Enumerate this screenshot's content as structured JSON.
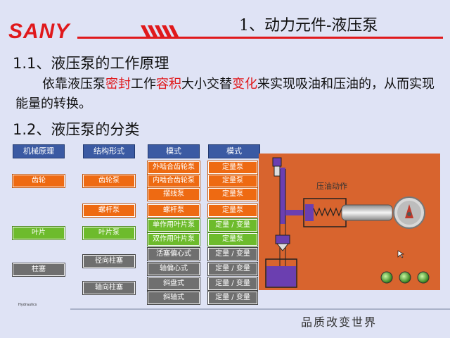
{
  "header": {
    "logo": "SANY",
    "title": "1、动力元件-液压泵"
  },
  "section1": {
    "heading": "1.1、液压泵的工作原理",
    "para_parts": [
      "依靠液压泵",
      "密封",
      "工作",
      "容积",
      "大小交替",
      "变化",
      "来实现吸油和压油的，从而实现能量的转换。"
    ]
  },
  "section2": {
    "heading": "1.2、液压泵的分类"
  },
  "table": {
    "headers": [
      "机械原理",
      "结构形式",
      "模式",
      "模式"
    ],
    "col1": [
      "齿轮",
      "叶片",
      "柱塞"
    ],
    "col2": [
      "齿轮泵",
      "螺杆泵",
      "叶片泵",
      "径向柱塞",
      "轴向柱塞"
    ],
    "col3": [
      "外啮合齿轮泵",
      "内啮合齿轮泵",
      "摆线泵",
      "螺杆泵",
      "单作用叶片泵",
      "双作用叶片泵",
      "活塞偏心式",
      "轴偏心式",
      "斜盘式",
      "斜轴式"
    ],
    "col4": [
      "定量泵",
      "定量泵",
      "定量泵",
      "定量泵",
      "定量 / 变量",
      "定量泵",
      "定量 / 变量",
      "定量 / 变量",
      "定量 / 变量",
      "定量 / 变量"
    ]
  },
  "animation": {
    "label": "压油动作"
  },
  "footer": {
    "tiny": "Hydraulics",
    "slogan": "品质改变世界"
  },
  "colors": {
    "accent": "#e0191c",
    "header_blue": "#3b5aa3",
    "orange": "#ee6a12",
    "green": "#6dbb2c",
    "panel": "#d8642e"
  }
}
